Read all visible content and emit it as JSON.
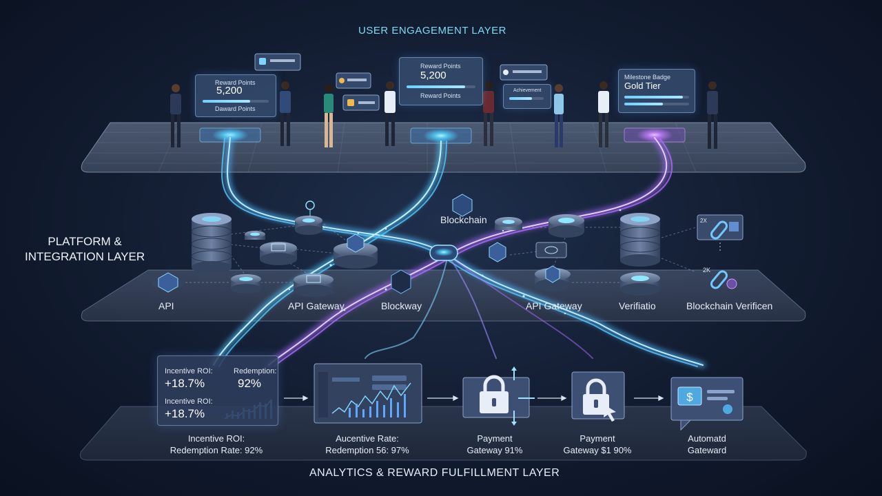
{
  "layers": {
    "top": "USER ENGAGEMENT LAYER",
    "middle_line1": "PLATFORM &",
    "middle_line2": "INTEGRATION LAYER",
    "bottom": "ANALYTICS & REWARD FULFILLMENT LAYER"
  },
  "engagement_cards": [
    {
      "title": "Reward Points",
      "value": "5,200",
      "sub": "Daward Points"
    },
    {
      "title": "Reward Points",
      "value": "5,200",
      "sub": "Reward Points"
    },
    {
      "title": "Milestone Badge",
      "value": "Gold Tier"
    }
  ],
  "chat_bubbles": [
    "Achievement"
  ],
  "platform_nodes": {
    "api": "API",
    "api_gateway_left": "API Gateway",
    "blockway": "Blockway",
    "blockchain": "Blockchain",
    "api_gateway_right": "API Gateway",
    "verification": "Verifiatio",
    "blockchain_verification": "Blockchain Verificen"
  },
  "chain_icons": [
    "2X",
    "2K"
  ],
  "analytics": {
    "metric1_label": "Incentive ROI:",
    "metric1_value": "+18.7%",
    "metric2_label": "Redemption:",
    "metric2_value": "92%",
    "metric3_label": "Incentive ROI:",
    "metric3_value": "+18.7%"
  },
  "bottom_captions": [
    {
      "line1": "Incentive ROI:",
      "line2": "Redemption Rate: 92%"
    },
    {
      "line1": "Aucentive Rate:",
      "line2": "Redemption 56: 97%"
    },
    {
      "line1": "Payment",
      "line2": "Gateway 91%"
    },
    {
      "line1": "Payment",
      "line2": "Gateway $1 90%"
    },
    {
      "line1": "Automatd",
      "line2": "Gateward"
    }
  ],
  "icons": [
    "server-stack-icon",
    "database-node-icon",
    "shield-icon",
    "blockchain-icon",
    "lock-icon",
    "dollar-card-icon",
    "chain-link-icon",
    "chart-icon",
    "hub-icon",
    "badge-icon"
  ],
  "colors": {
    "cyan": "#4fd4ff",
    "purple": "#b06cff",
    "blue": "#5a8cff",
    "background": "#121c30"
  }
}
